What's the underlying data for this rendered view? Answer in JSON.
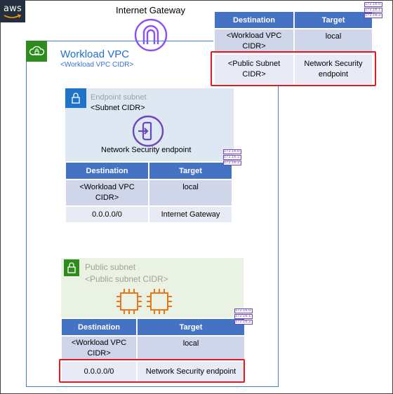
{
  "brand": {
    "logo_text": "aws"
  },
  "internet_gateway": {
    "title": "Internet Gateway",
    "icon": "internet-gateway-icon"
  },
  "vpc": {
    "title": "Workload  VPC",
    "cidr": "<Workload VPC CIDR>",
    "icon": "cloud-lock-icon",
    "border_color": "#3c7fd6",
    "badge_color": "#2e8b1e"
  },
  "endpoint_subnet": {
    "title": "Endpoint subnet",
    "cidr": "<Subnet CIDR>",
    "endpoint_label": "Network  Security endpoint",
    "icon": "lock-icon",
    "endpoint_icon": "network-firewall-endpoint-icon",
    "badge_color": "#1f73c9"
  },
  "public_subnet": {
    "title": "Public subnet",
    "cidr": "<Public subnet  CIDR>",
    "icon": "lock-icon",
    "instance_icon": "ec2-instance-icon",
    "badge_color": "#2e8b1e"
  },
  "route_tables": {
    "header": {
      "destination": "Destination",
      "target": "Target"
    },
    "igw_table": {
      "rows": [
        {
          "destination": "<Workload VPC CIDR>",
          "target": "local",
          "highlighted": false
        },
        {
          "destination": "<Public Subnet CIDR>",
          "target": "Network Security endpoint",
          "highlighted": true
        }
      ]
    },
    "endpoint_table": {
      "rows": [
        {
          "destination": "<Workload VPC CIDR>",
          "target": "local",
          "highlighted": false
        },
        {
          "destination": "0.0.0.0/0",
          "target": "Internet Gateway",
          "highlighted": false
        }
      ]
    },
    "public_table": {
      "rows": [
        {
          "destination": "<Workload VPC CIDR>",
          "target": "local",
          "highlighted": false
        },
        {
          "destination": "0.0.0.0/0",
          "target": "Network Security endpoint",
          "highlighted": true
        }
      ]
    }
  },
  "route_table_icon": {
    "name": "route-table-icon",
    "lines": [
      "172.16.0.0",
      "172.16.1.0",
      "172.16.2.0"
    ],
    "color": "#6e46b9"
  },
  "highlight_color": "#e01b22",
  "header_color": "#4573c4"
}
